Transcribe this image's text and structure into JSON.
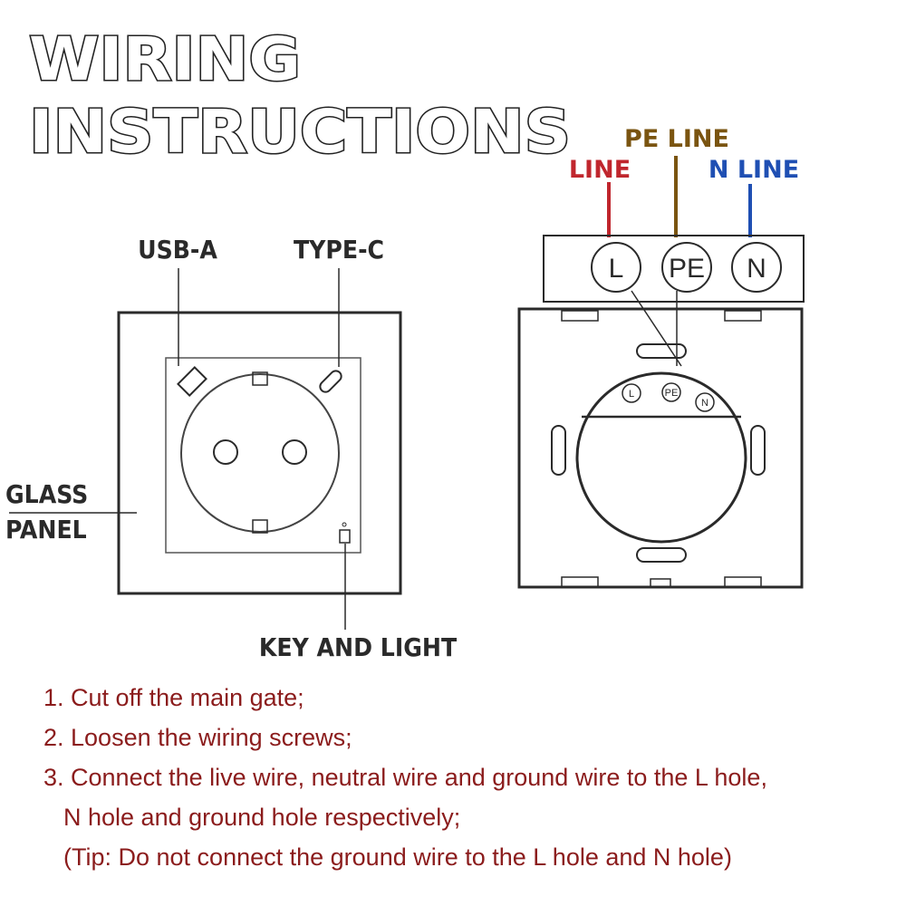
{
  "title": {
    "line1": "WIRING",
    "line2": "INSTRUCTIONS"
  },
  "labels": {
    "usb_a": "USB-A",
    "type_c": "TYPE-C",
    "glass_panel_1": "GLASS",
    "glass_panel_2": "PANEL",
    "key_and_light": "KEY AND LIGHT"
  },
  "wires": {
    "line": {
      "label": "LINE",
      "color": "#c0262d"
    },
    "pe_line": {
      "label": "PE LINE",
      "color": "#7a5410"
    },
    "n_line": {
      "label": "N LINE",
      "color": "#1f4fb3"
    }
  },
  "terminals": {
    "l": "L",
    "pe": "PE",
    "n": "N"
  },
  "steps": [
    "1. Cut off the main gate;",
    "2. Loosen the wiring screws;",
    "3. Connect the live wire, neutral wire and ground wire to the L hole,",
    "N hole and ground hole respectively;",
    "(Tip: Do not connect the ground wire to the L hole and N hole)"
  ],
  "colors": {
    "step_text": "#8b1c1c",
    "outline": "#2a2a2a"
  }
}
